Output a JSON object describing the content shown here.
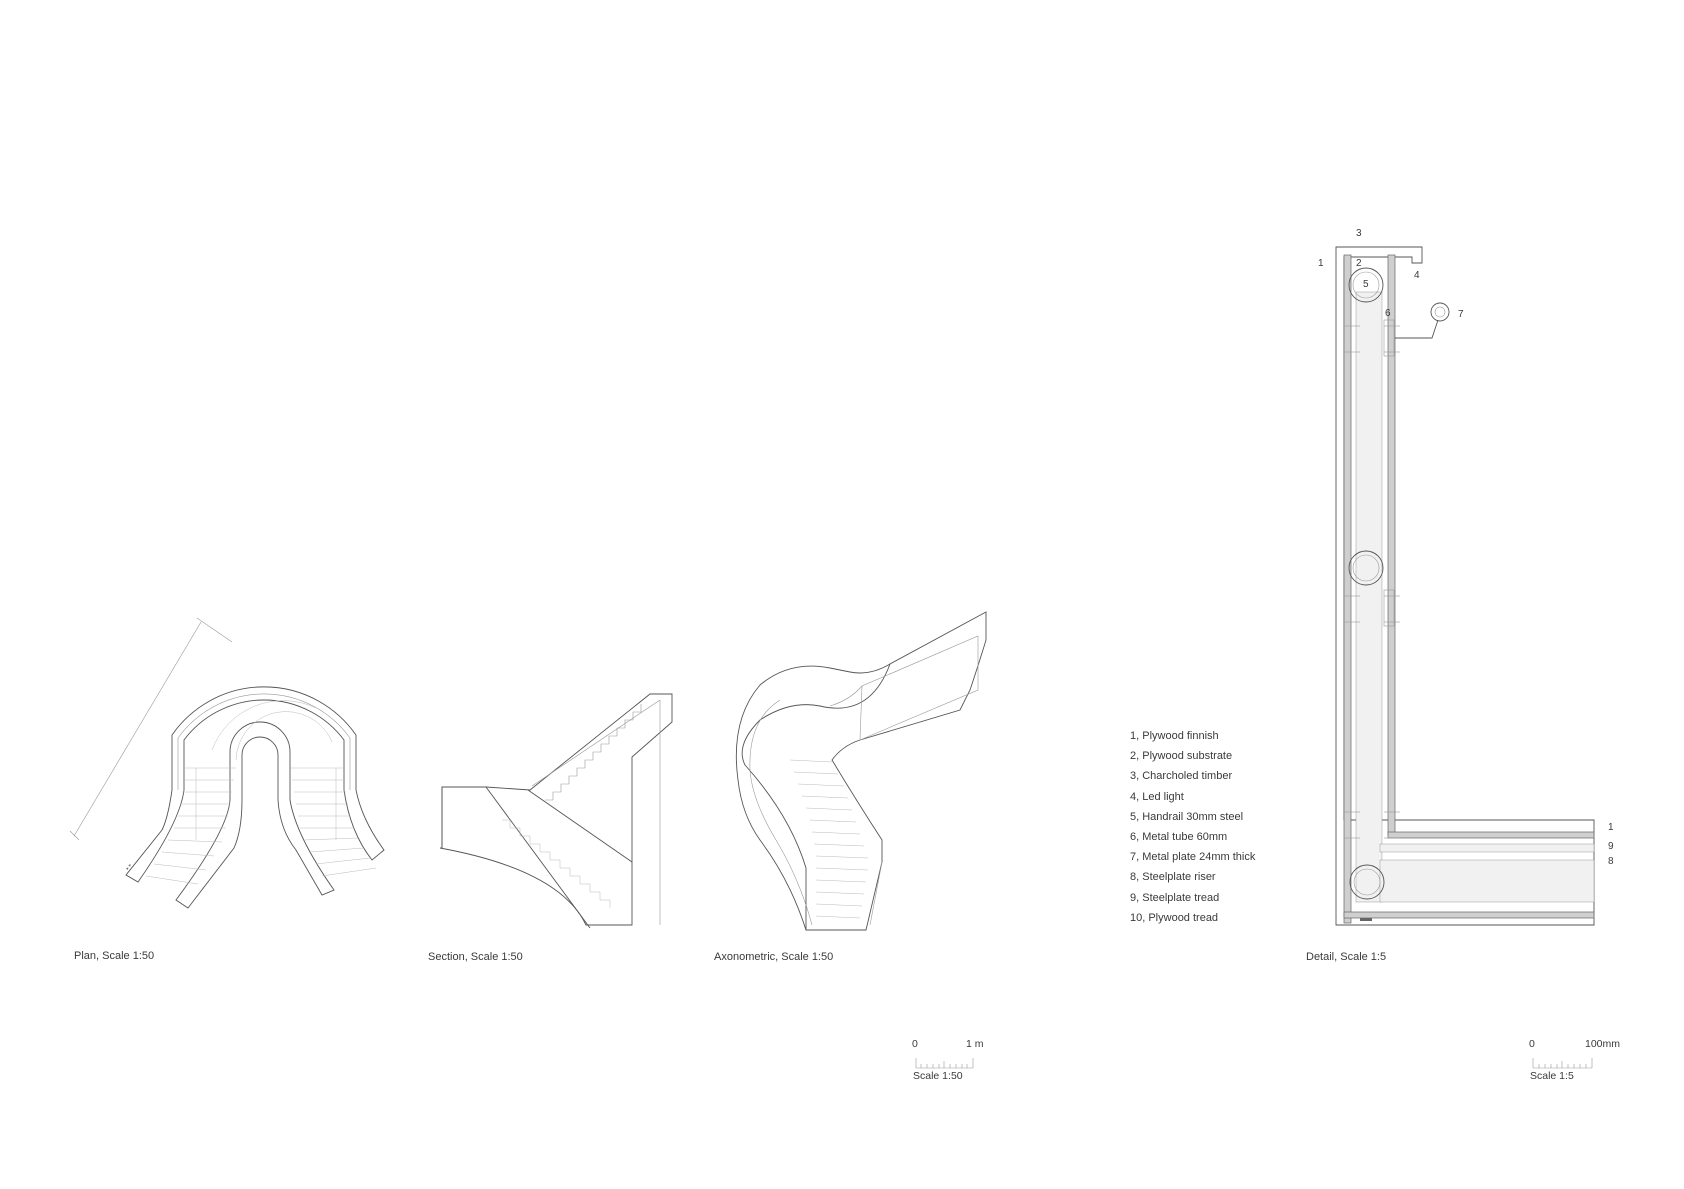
{
  "captions": {
    "plan": "Plan, Scale 1:50",
    "section": "Section, Scale 1:50",
    "axonometric": "Axonometric, Scale 1:50",
    "detail": "Detail, Scale 1:5"
  },
  "legend": [
    "1, Plywood finnish",
    "2, Plywood substrate",
    "3, Charcholed timber",
    "4, Led light",
    "5, Handrail 30mm steel",
    "6, Metal tube 60mm",
    "7, Metal plate 24mm thick",
    "8, Steelplate riser",
    "9, Steelplate tread",
    "10, Plywood tread"
  ],
  "detail_callouts": {
    "n1_top": "1",
    "n2": "2",
    "n3": "3",
    "n4": "4",
    "n5": "5",
    "n6": "6",
    "n7": "7",
    "n1_bottom": "1",
    "n9": "9",
    "n8": "8"
  },
  "scale_bars": {
    "s50": {
      "start": "0",
      "end": "1 m",
      "label": "Scale 1:50"
    },
    "s5": {
      "start": "0",
      "end": "100mm",
      "label": "Scale 1:5"
    }
  },
  "colors": {
    "line": "#555555",
    "fill_grey": "#cfcfcf",
    "text": "#3a3a3a"
  }
}
